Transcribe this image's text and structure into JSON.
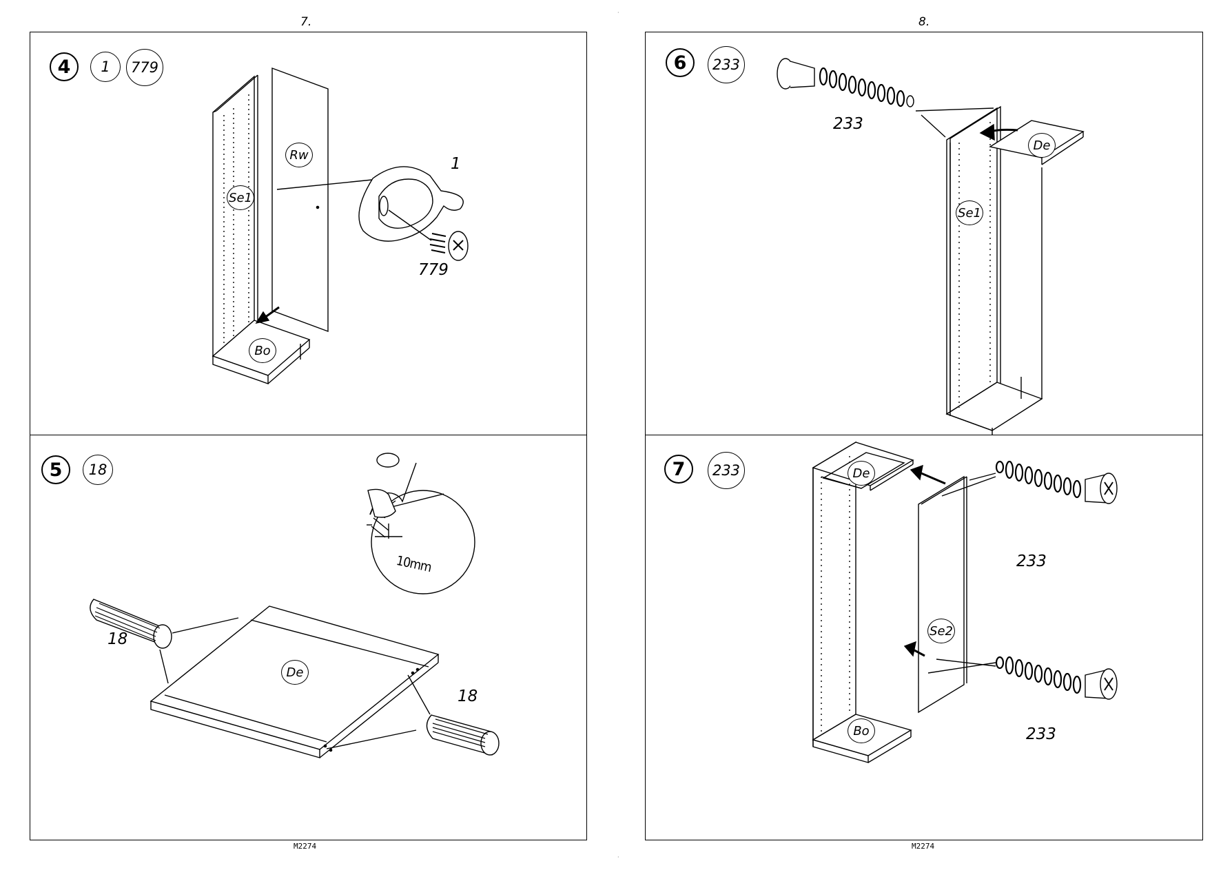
{
  "pages": [
    {
      "number": "7.",
      "code": "M2274"
    },
    {
      "number": "8.",
      "code": "M2274"
    }
  ],
  "steps": [
    {
      "id": "step4",
      "step": "4",
      "parts": [
        "1",
        "779"
      ],
      "labels": {
        "side": "Se1",
        "back": "Rw",
        "bottom": "Bo"
      },
      "callouts": [
        "1",
        "779"
      ]
    },
    {
      "id": "step5",
      "step": "5",
      "parts": [
        "18"
      ],
      "labels": {
        "top": "De"
      },
      "callouts": [
        "18",
        "18"
      ],
      "detail_dimension": "10mm"
    },
    {
      "id": "step6",
      "step": "6",
      "parts": [
        "233"
      ],
      "labels": {
        "side": "Se1",
        "top": "De"
      },
      "callouts": [
        "233"
      ]
    },
    {
      "id": "step7",
      "step": "7",
      "parts": [
        "233"
      ],
      "labels": {
        "top": "De",
        "bottom": "Bo",
        "side2": "Se2"
      },
      "callouts": [
        "233",
        "233"
      ]
    }
  ],
  "colors": {
    "line": "#000000",
    "background": "#ffffff",
    "shade": "#cfcfcf"
  },
  "icons": [
    "arrow-icon",
    "screw-icon",
    "dowel-icon",
    "cam-lock-icon",
    "magnifier-detail-icon"
  ]
}
